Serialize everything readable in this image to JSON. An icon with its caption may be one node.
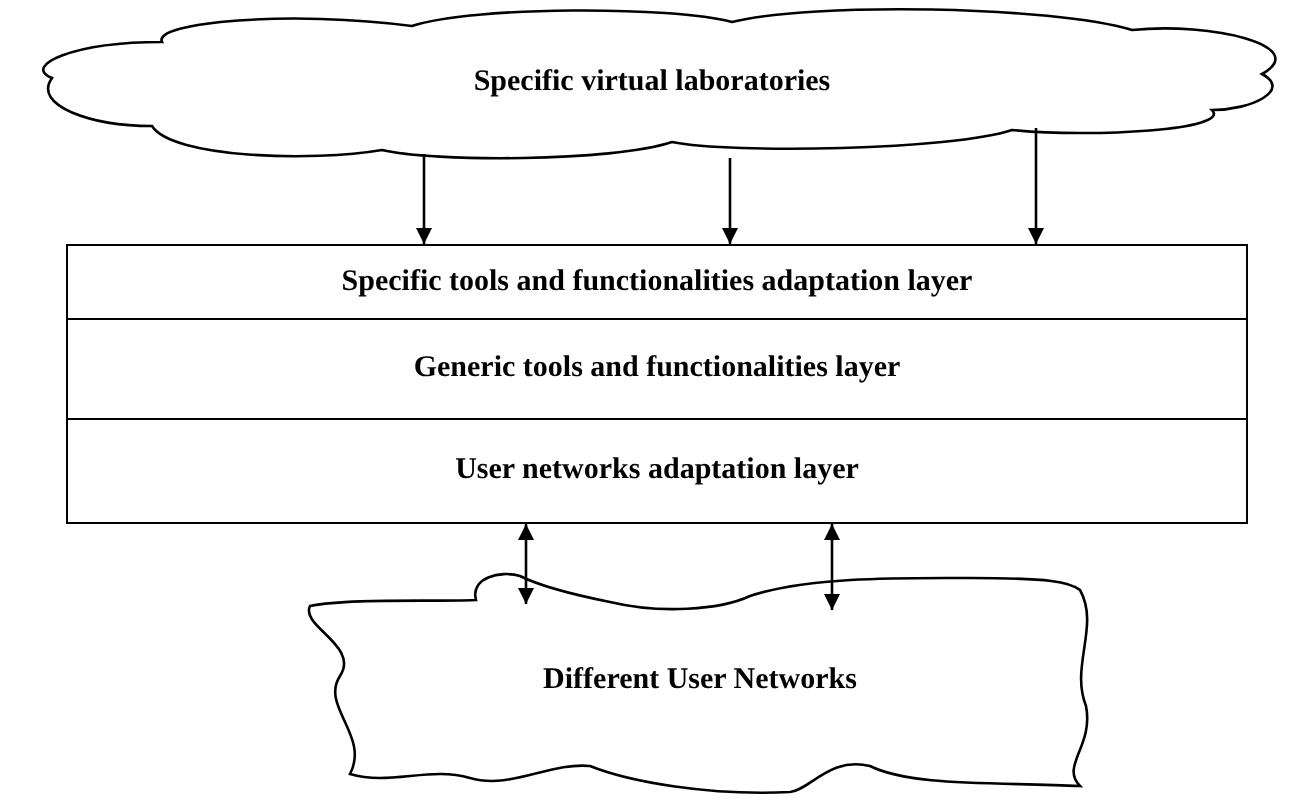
{
  "diagram": {
    "nodes": [
      {
        "text": [
          "Specific virtual laboratories"
        ]
      },
      {
        "text": [
          "Specific tools and functionalities adaptation layer"
        ]
      },
      {
        "text": [
          "Generic tools and functionalities layer"
        ]
      },
      {
        "text": [
          "User networks adaptation layer"
        ]
      },
      {
        "text": [
          "Different User Networks"
        ]
      }
    ],
    "edges": [
      {
        "from": 0,
        "to": 1,
        "arrow": "to"
      },
      {
        "from": 0,
        "to": 1,
        "arrow": "to"
      },
      {
        "from": 0,
        "to": 1,
        "arrow": "to"
      },
      {
        "from": 3,
        "to": 4,
        "arrow": "both"
      },
      {
        "from": 3,
        "to": 4,
        "arrow": "both"
      }
    ]
  }
}
